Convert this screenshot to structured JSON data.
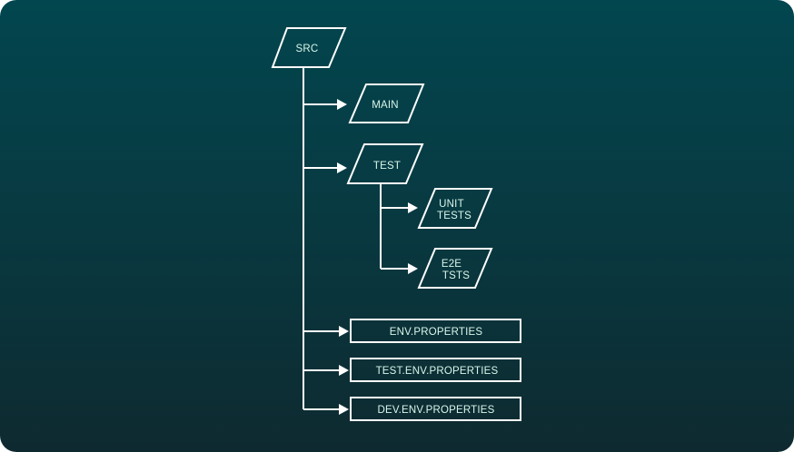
{
  "diagram": {
    "nodes": [
      {
        "id": "src",
        "shape": "parallelogram",
        "lines": [
          "SRC"
        ]
      },
      {
        "id": "main",
        "shape": "parallelogram",
        "lines": [
          "MAIN"
        ]
      },
      {
        "id": "test",
        "shape": "parallelogram",
        "lines": [
          "TEST"
        ]
      },
      {
        "id": "unit-tests",
        "shape": "parallelogram",
        "lines": [
          "UNIT",
          "TESTS"
        ]
      },
      {
        "id": "e2e-tests",
        "shape": "parallelogram",
        "lines": [
          "E2E",
          "TSTS"
        ]
      },
      {
        "id": "env-properties",
        "shape": "rectangle",
        "lines": [
          "ENV.PROPERTIES"
        ]
      },
      {
        "id": "test-env-properties",
        "shape": "rectangle",
        "lines": [
          "TEST.ENV.PROPERTIES"
        ]
      },
      {
        "id": "dev-env-properties",
        "shape": "rectangle",
        "lines": [
          "DEV.ENV.PROPERTIES"
        ]
      }
    ],
    "edges": [
      {
        "from": "src",
        "to": "main"
      },
      {
        "from": "src",
        "to": "test"
      },
      {
        "from": "test",
        "to": "unit-tests"
      },
      {
        "from": "test",
        "to": "e2e-tests"
      },
      {
        "from": "src",
        "to": "env-properties"
      },
      {
        "from": "src",
        "to": "test-env-properties"
      },
      {
        "from": "src",
        "to": "dev-env-properties"
      }
    ],
    "colors": {
      "stroke": "#ffffff",
      "text": "#d8f6ea",
      "background_top": "#02464f",
      "background_bottom": "#0e2a30"
    }
  }
}
